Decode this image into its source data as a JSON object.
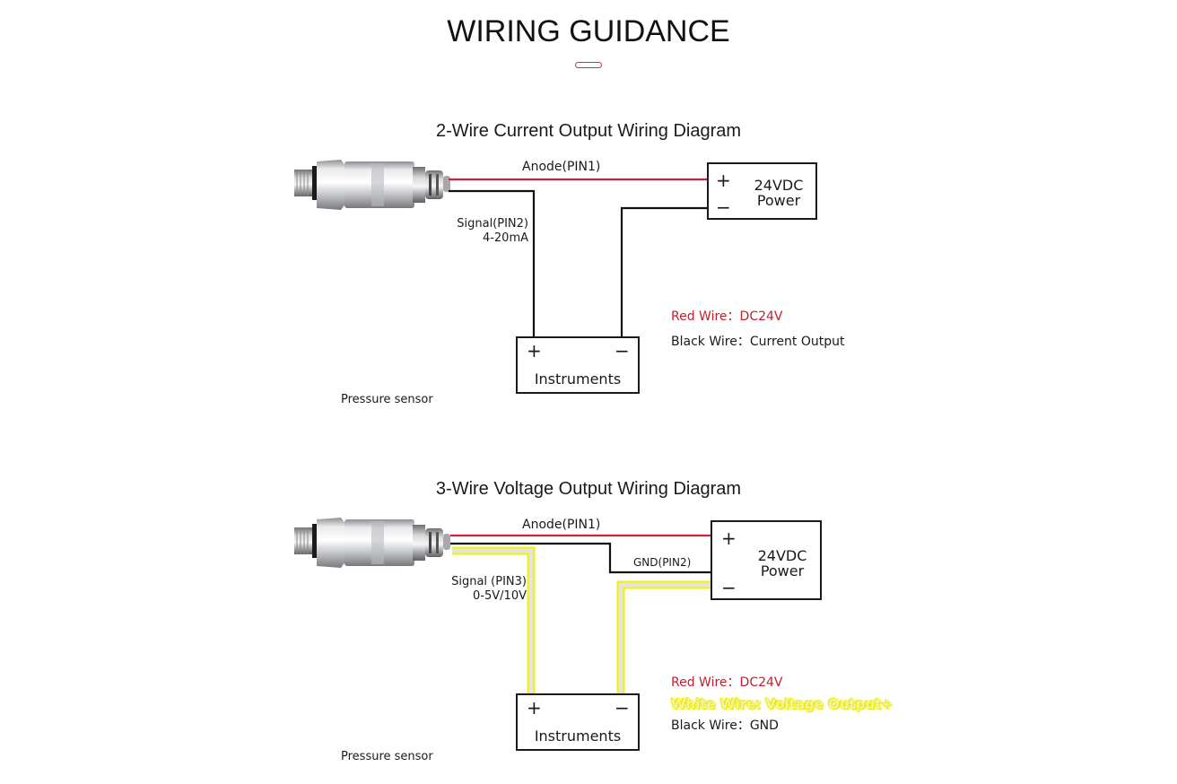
{
  "page": {
    "title": "WIRING GUIDANCE",
    "accent_color": "#c9353a"
  },
  "diagrams": [
    {
      "heading": "2-Wire Current Output Wiring Diagram",
      "sensor_label": "Pressure sensor",
      "wire_labels": {
        "anode": "Anode(PIN1)",
        "signal_line1": "Signal(PIN2)",
        "signal_line2": "4-20mA"
      },
      "power_box": {
        "plus": "+",
        "minus": "−",
        "line1": "24VDC",
        "line2": "Power"
      },
      "instruments_box": {
        "plus": "+",
        "minus": "−",
        "label": "Instruments"
      },
      "legend": [
        {
          "key": "Red Wire：",
          "value": "DC24V",
          "color": "#c0202e"
        },
        {
          "key": "Black Wire：",
          "value": "Current Output",
          "color": "#1a1a1a"
        }
      ]
    },
    {
      "heading": "3-Wire Voltage Output Wiring Diagram",
      "sensor_label": "Pressure sensor",
      "wire_labels": {
        "anode": "Anode(PIN1)",
        "gnd": "GND(PIN2)",
        "signal_line1": "Signal (PIN3)",
        "signal_line2": "0-5V/10V"
      },
      "power_box": {
        "plus": "+",
        "minus": "−",
        "line1": "24VDC",
        "line2": "Power"
      },
      "instruments_box": {
        "plus": "+",
        "minus": "−",
        "label": "Instruments"
      },
      "legend": [
        {
          "key": "Red Wire：",
          "value": "DC24V",
          "color": "#c0202e"
        },
        {
          "key": "White Wire: Voltage Output+",
          "value": "",
          "color": "#f0f000"
        },
        {
          "key": "Black Wire：",
          "value": "GND",
          "color": "#1a1a1a"
        }
      ]
    }
  ],
  "wire_colors": {
    "red": "#d0203a",
    "black": "#111111",
    "white_core": "#e4e4dc",
    "white_outline": "#f2f200"
  }
}
